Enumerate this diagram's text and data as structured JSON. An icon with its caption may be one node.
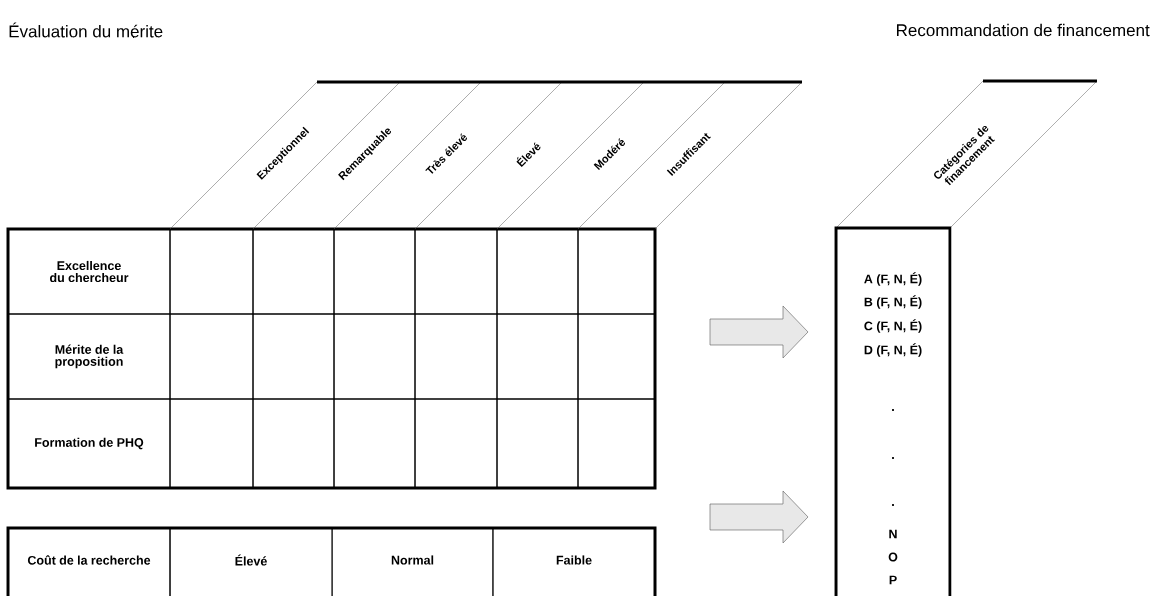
{
  "diagram": {
    "nodes": [
      {
        "text": [
          "Excellence du chercheur",
          "Mérite de la proposition",
          "Formation de PHQ"
        ]
      },
      {
        "text": [
          "Coût de la recherche",
          "Élevé",
          "Normal",
          "Faible"
        ]
      },
      {
        "text": [
          "Catégories de financement",
          "A (F, N, É)",
          "B (F, N, É)",
          "C (F, N, É)",
          "D (F, N, É)",
          ".",
          ".",
          ".",
          "N",
          "O",
          "P"
        ]
      }
    ],
    "edges": [
      {
        "from": 0,
        "to": 2,
        "arrow": "to"
      },
      {
        "from": 1,
        "to": 2,
        "arrow": "to"
      }
    ],
    "labels": [
      "Évaluation du mérite",
      "Recommandation de financement",
      "Exceptionnel",
      "Remarquable",
      "Très élevé",
      "Élevé",
      "Modéré",
      "Insuffisant"
    ]
  }
}
